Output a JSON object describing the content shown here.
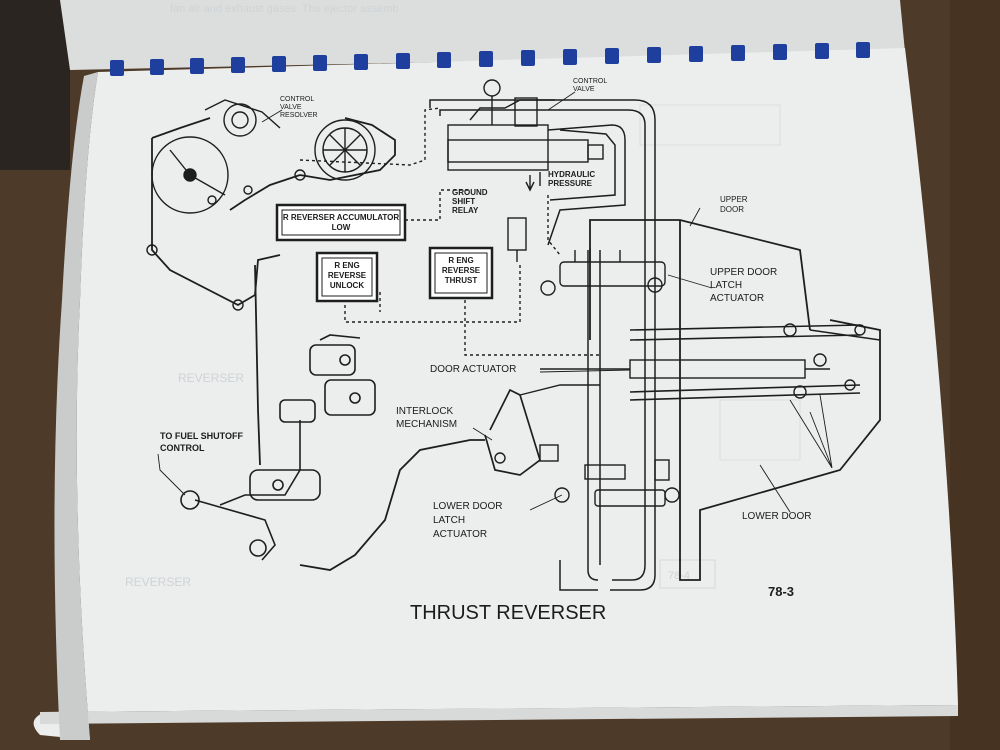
{
  "page_header_text": "fan air and exhaust gases. The ejector assemb",
  "labels": {
    "control_valve_resolver": "CONTROL VALVE RESOLVER",
    "control_valve": "CONTROL VALVE",
    "hydraulic_pressure": "HYDRAULIC PRESSURE",
    "ground_shift_relay": "GROUND SHIFT RELAY",
    "upper_door": "UPPER DOOR",
    "upper_door_latch_actuator": "UPPER DOOR LATCH ACTUATOR",
    "door_actuator": "DOOR ACTUATOR",
    "interlock_mechanism": "INTERLOCK MECHANISM",
    "to_fuel_shutoff_control": "TO FUEL SHUTOFF CONTROL",
    "lower_door_latch_actuator": "LOWER DOOR LATCH ACTUATOR",
    "lower_door": "LOWER DOOR"
  },
  "annunciators": {
    "accumulator_low": "R REVERSER ACCUMULATOR LOW",
    "eng_reverse_unlock": "R ENG REVERSE UNLOCK",
    "eng_reverse_thrust": "R ENG REVERSE THRUST"
  },
  "figure_title": "THRUST REVERSER",
  "page_number": "78-3",
  "faint_bleedthrough": {
    "heading_left": "REVERSER",
    "heading_bottom": "REVERSER",
    "side_box": "78-4"
  },
  "colors": {
    "paper": "#eceeed",
    "ink": "#1c1c1c",
    "binding": "#1f3f9e",
    "background": "#4e3a28"
  }
}
